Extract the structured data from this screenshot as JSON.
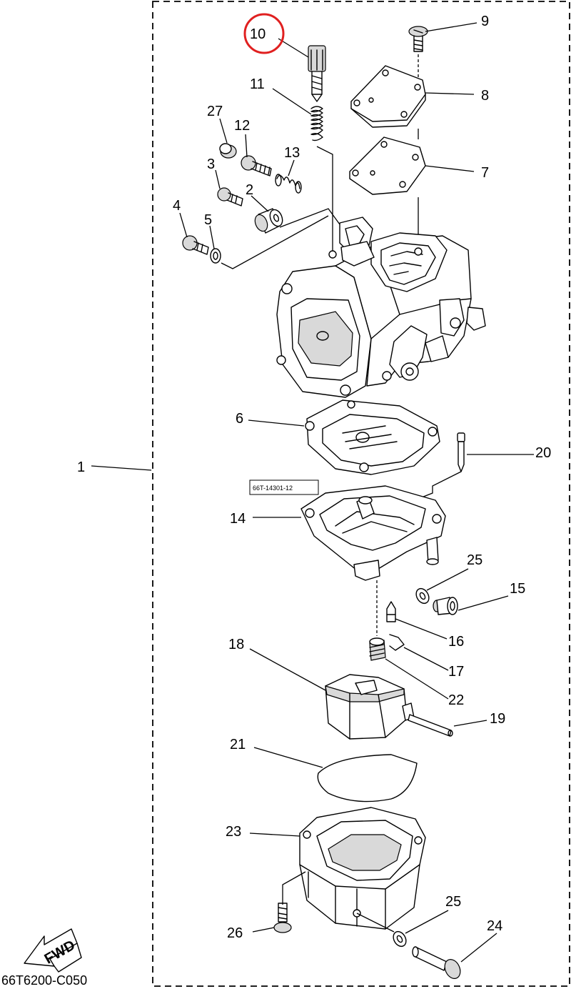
{
  "diagram": {
    "drawing_code": "66T6200-C050",
    "part_number_box": "66T-14301-12",
    "fwd_arrow_text": "FWD",
    "highlight_color": "#e02020",
    "highlighted_part": "10",
    "callouts": {
      "c1": "1",
      "c2": "2",
      "c3": "3",
      "c4": "4",
      "c5": "5",
      "c6": "6",
      "c7": "7",
      "c8": "8",
      "c9": "9",
      "c10": "10",
      "c11": "11",
      "c12": "12",
      "c13": "13",
      "c14": "14",
      "c15": "15",
      "c16": "16",
      "c17": "17",
      "c18": "18",
      "c19": "19",
      "c20": "20",
      "c21": "21",
      "c22": "22",
      "c23": "23",
      "c24": "24",
      "c25a": "25",
      "c25b": "25",
      "c26": "26",
      "c27": "27"
    }
  }
}
